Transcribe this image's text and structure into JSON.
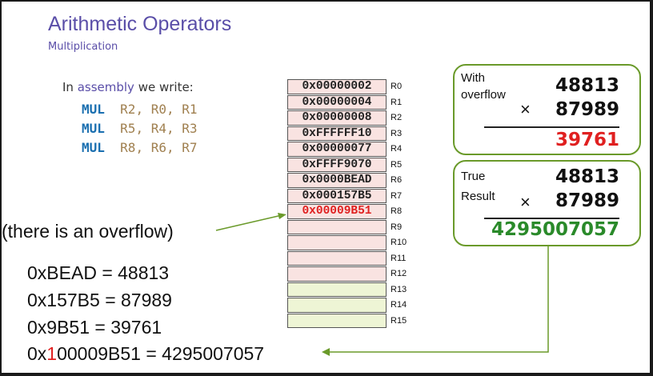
{
  "slide": {
    "title": "Arithmetic Operators",
    "subtitle": "Multiplication",
    "intro": {
      "pre": "In ",
      "highlight": "assembly",
      "post": " we write:"
    },
    "code": [
      {
        "op": "MUL",
        "args": "R2, R0, R1"
      },
      {
        "op": "MUL",
        "args": "R5, R4, R3"
      },
      {
        "op": "MUL",
        "args": "R8, R6, R7"
      }
    ],
    "registers": [
      {
        "name": "R0",
        "value": "0x00000002"
      },
      {
        "name": "R1",
        "value": "0x00000004"
      },
      {
        "name": "R2",
        "value": "0x00000008"
      },
      {
        "name": "R3",
        "value": "0xFFFFFF10"
      },
      {
        "name": "R4",
        "value": "0x00000077"
      },
      {
        "name": "R5",
        "value": "0xFFFF9070"
      },
      {
        "name": "R6",
        "value": "0x0000BEAD"
      },
      {
        "name": "R7",
        "value": "0x000157B5"
      },
      {
        "name": "R8",
        "value": "0x00009B51"
      },
      {
        "name": "R9",
        "value": ""
      },
      {
        "name": "R10",
        "value": ""
      },
      {
        "name": "R11",
        "value": ""
      },
      {
        "name": "R12",
        "value": ""
      },
      {
        "name": "R13",
        "value": ""
      },
      {
        "name": "R14",
        "value": ""
      },
      {
        "name": "R15",
        "value": ""
      }
    ],
    "overflow_note": "(there is an overflow)",
    "conversions": [
      "0xBEAD = 48813",
      "0x157B5 = 87989",
      "0x9B51 = 39761"
    ],
    "full_conversion": {
      "prefix": "0x",
      "carry": "1",
      "rest": "00009B51 = 4295007057"
    },
    "overflow_box": {
      "label1": "With",
      "label2": "overflow",
      "a": "48813",
      "times": "×",
      "b": "87989",
      "result": "39761"
    },
    "true_box": {
      "label1": "True",
      "label2": "Result",
      "a": "48813",
      "times": "×",
      "b": "87989",
      "result": "4295007057"
    },
    "colors": {
      "accent": "#5a4ea8",
      "error": "#e02020",
      "ok": "#2a8a2a",
      "box_border": "#6a9a2a"
    }
  }
}
